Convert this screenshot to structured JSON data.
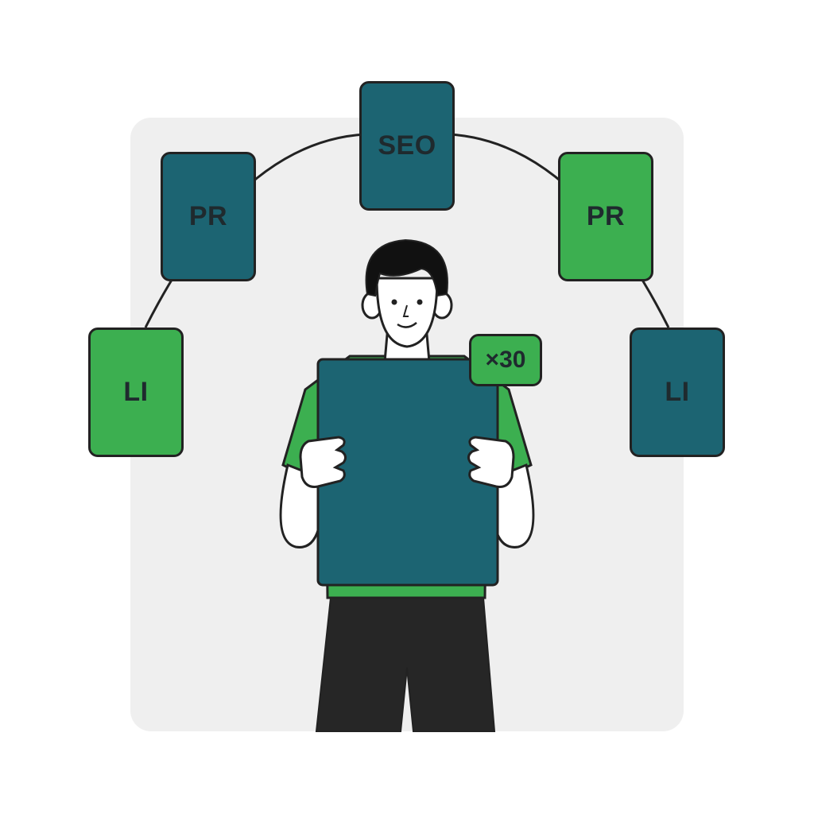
{
  "colors": {
    "teal": "#1c6472",
    "green": "#3caf50",
    "outline": "#222222",
    "backdrop": "#efefef",
    "pants": "#262626"
  },
  "cards": {
    "top": {
      "label": "SEO",
      "color": "#1c6472"
    },
    "upper_left": {
      "label": "PR",
      "color": "#1c6472"
    },
    "upper_right": {
      "label": "PR",
      "color": "#3caf50"
    },
    "lower_left": {
      "label": "LI",
      "color": "#3caf50"
    },
    "lower_right": {
      "label": "LI",
      "color": "#1c6472"
    }
  },
  "badge": {
    "label": "×30",
    "color": "#3caf50"
  },
  "held_board": {
    "color": "#1c6472"
  }
}
